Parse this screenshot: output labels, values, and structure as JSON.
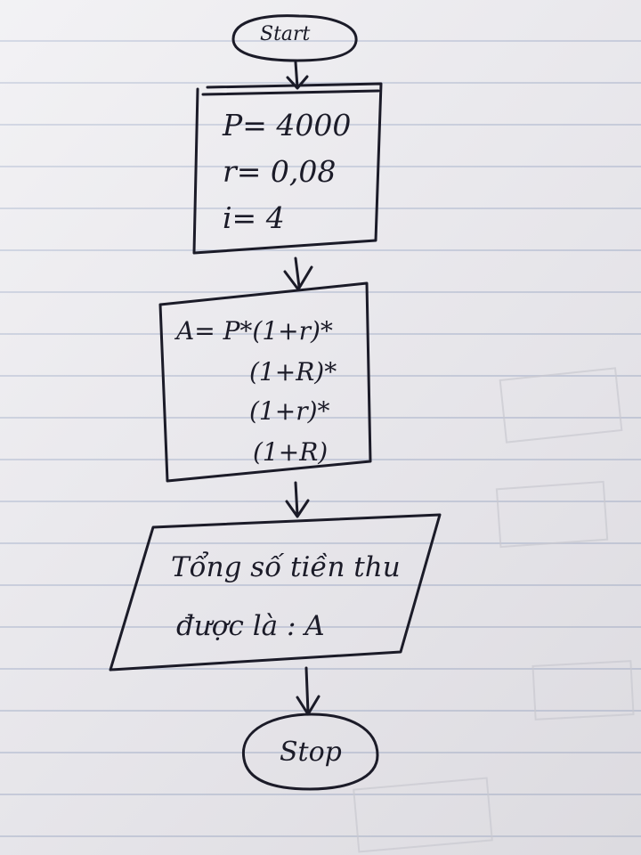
{
  "flowchart": {
    "start_label": "Start",
    "input_lines": [
      "P= 4000",
      "r= 0,08",
      "i= 4"
    ],
    "formula_lines": [
      "A= P*(1+r)*",
      "(1+R)*",
      "(1+r)*",
      "(1+R)"
    ],
    "output_lines": [
      "Tổng số tiền thu",
      "được là : A"
    ],
    "stop_label": "Stop"
  },
  "colors": {
    "ink": "#1b1b28",
    "paper": "#ecebef",
    "rule_line": "#bfc6d8"
  }
}
